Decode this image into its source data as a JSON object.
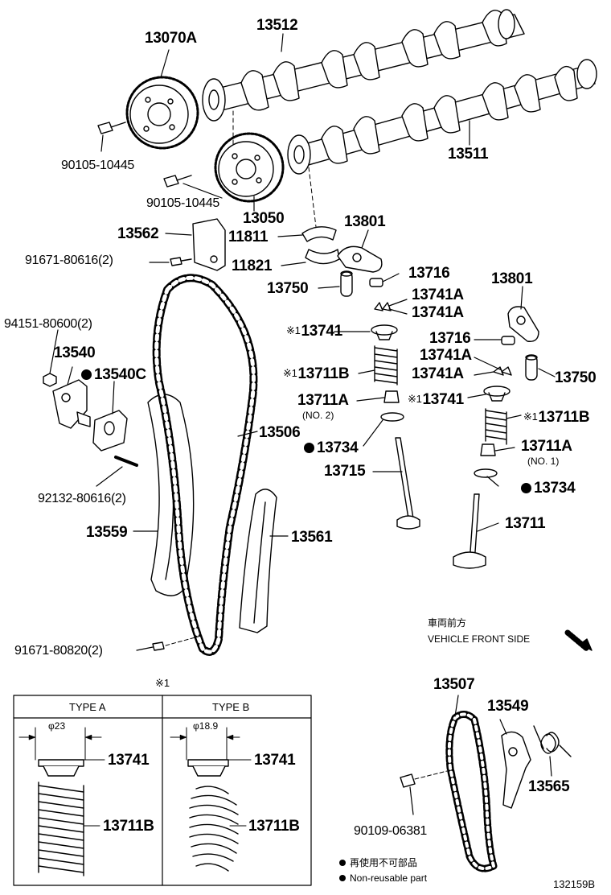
{
  "parts": {
    "p13070A": "13070A",
    "p13512": "13512",
    "p13511": "13511",
    "p90105_a": "90105-10445",
    "p90105_b": "90105-10445",
    "p13050": "13050",
    "p13562": "13562",
    "p11811": "11811",
    "p11821": "11821",
    "p13801_a": "13801",
    "p13801_b": "13801",
    "p91671_a": "91671-80616(2)",
    "p13716_a": "13716",
    "p13716_b": "13716",
    "p13750_a": "13750",
    "p13750_b": "13750",
    "p13741A_1": "13741A",
    "p13741A_2": "13741A",
    "p13741A_3": "13741A",
    "p13741A_4": "13741A",
    "p94151": "94151-80600(2)",
    "p13741_a": "13741",
    "p13741_b": "13741",
    "p13540": "13540",
    "p13540C": "13540C",
    "p13711B_a": "13711B",
    "p13711B_b": "13711B",
    "p13711A_a": "13711A",
    "p13711A_a_note": "(NO. 2)",
    "p13711A_b": "13711A",
    "p13711A_b_note": "(NO. 1)",
    "p13506": "13506",
    "p13734_a": "13734",
    "p13734_b": "13734",
    "p13715": "13715",
    "p92132": "92132-80616(2)",
    "p13711": "13711",
    "p13559": "13559",
    "p13561": "13561",
    "p91671_b": "91671-80820(2)",
    "p13507": "13507",
    "p13549": "13549",
    "p13565": "13565",
    "p90109": "90109-06381",
    "box_13741_a": "13741",
    "box_13741_b": "13741",
    "box_13711B_a": "13711B",
    "box_13711B_b": "13711B"
  },
  "marks": {
    "note_mark": "※1",
    "ref_mark": "※1"
  },
  "front_side": {
    "jp": "車両前方",
    "en": "VEHICLE FRONT SIDE"
  },
  "types": {
    "a_title": "TYPE A",
    "b_title": "TYPE B",
    "a_dim": "φ23",
    "b_dim": "φ18.9"
  },
  "legend": {
    "jp": "再使用不可部品",
    "en": "Non-reusable part"
  },
  "figure_code": "132159B"
}
